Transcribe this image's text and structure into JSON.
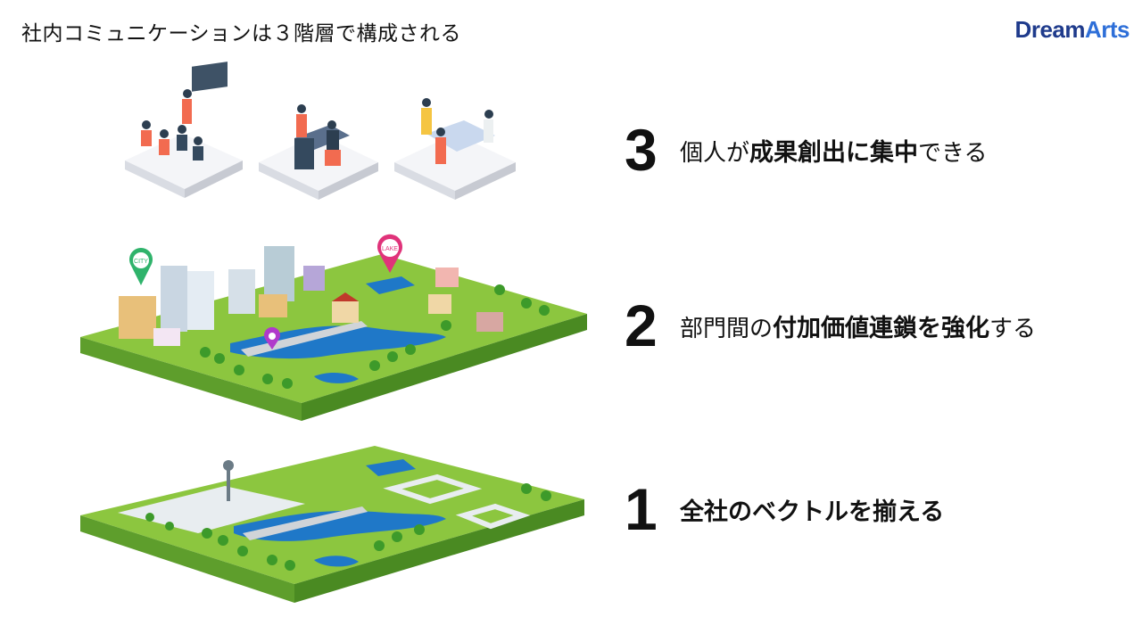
{
  "slide": {
    "title": "社内コミュニケーションは３階層で構成される",
    "logo": {
      "part1": "Dream",
      "part2": "Arts",
      "color1": "#1f3b8c",
      "color2": "#2e6fd8"
    }
  },
  "illustrations": {
    "pins": {
      "city": "CITY",
      "lake": "LAKE"
    },
    "colors": {
      "grass": "#8cc63f",
      "grass_side": "#5e9e2c",
      "water": "#1f78c8",
      "building": "#d9e4ee"
    }
  },
  "levels": [
    {
      "number": "3",
      "pre": "個人が",
      "bold": "成果創出に集中",
      "post": "できる"
    },
    {
      "number": "2",
      "pre": "部門間の",
      "bold": "付加価値連鎖を強化",
      "post": "する"
    },
    {
      "number": "1",
      "pre": "",
      "bold": "全社のベクトルを揃える",
      "post": ""
    }
  ]
}
